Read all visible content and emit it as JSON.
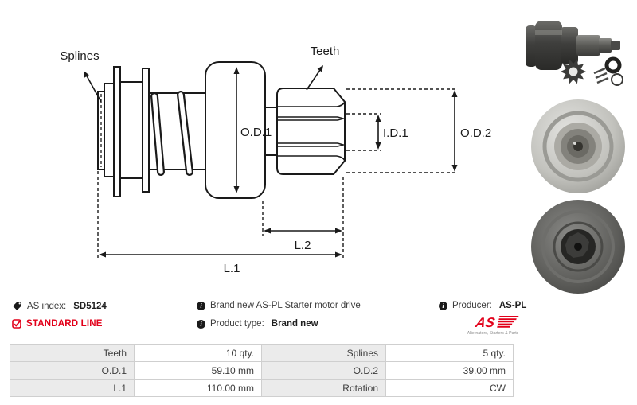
{
  "drawing": {
    "labels": {
      "splines": "Splines",
      "teeth": "Teeth",
      "od1": "O.D.1",
      "id1": "I.D.1",
      "od2": "O.D.2",
      "l2": "L.2",
      "l1": "L.1"
    }
  },
  "info": {
    "as_index_label": "AS index:",
    "as_index_value": "SD5124",
    "standard_line": "STANDARD LINE",
    "description": "Brand new AS-PL Starter motor drive",
    "product_type_label": "Product type:",
    "product_type_value": "Brand new",
    "producer_label": "Producer:",
    "producer_value": "AS-PL",
    "logo_text": "AS",
    "logo_caption": "Alternators, Starters & Parts"
  },
  "specs": {
    "rows": [
      {
        "label1": "Teeth",
        "value1": "10 qty.",
        "label2": "Splines",
        "value2": "5 qty."
      },
      {
        "label1": "O.D.1",
        "value1": "59.10 mm",
        "label2": "O.D.2",
        "value2": "39.00 mm"
      },
      {
        "label1": "L.1",
        "value1": "110.00 mm",
        "label2": "Rotation",
        "value2": "CW"
      }
    ]
  },
  "colors": {
    "accent_red": "#e2001a",
    "drawing_line": "#1a1a1a",
    "table_label_bg": "#ebebeb",
    "table_border": "#cfcfcf",
    "text": "#3c3c3c"
  }
}
